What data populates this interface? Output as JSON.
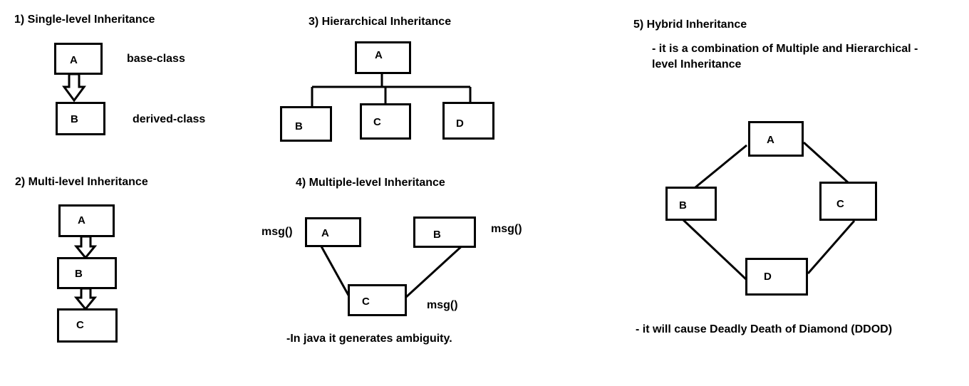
{
  "sections": {
    "single": {
      "title": "1) Single-level Inheritance",
      "nodes": {
        "a": "A",
        "b": "B"
      },
      "notes": {
        "base": "base-class",
        "derived": "derived-class"
      }
    },
    "multi": {
      "title": "2) Multi-level Inheritance",
      "nodes": {
        "a": "A",
        "b": "B",
        "c": "C"
      }
    },
    "hierarchical": {
      "title": "3) Hierarchical Inheritance",
      "nodes": {
        "a": "A",
        "b": "B",
        "c": "C",
        "d": "D"
      }
    },
    "multiple": {
      "title": "4) Multiple-level Inheritance",
      "nodes": {
        "a": "A",
        "b": "B",
        "c": "C"
      },
      "methods": {
        "a": "msg()",
        "b": "msg()",
        "c": "msg()"
      },
      "note": "-In java it generates ambiguity."
    },
    "hybrid": {
      "title": "5) Hybrid Inheritance",
      "desc_line1": "- it is a combination of Multiple and Hierarchical -",
      "desc_line2": "level Inheritance",
      "nodes": {
        "a": "A",
        "b": "B",
        "c": "C",
        "d": "D"
      },
      "note": "- it will cause Deadly Death of Diamond (DDOD)"
    }
  }
}
